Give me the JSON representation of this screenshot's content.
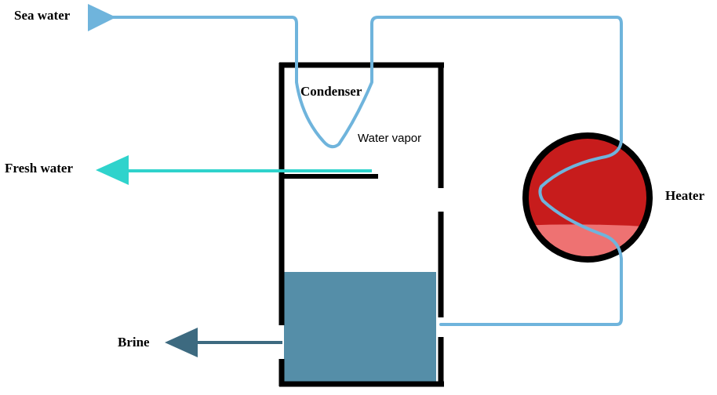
{
  "labels": {
    "sea_water": "Sea water",
    "condenser": "Condenser",
    "water_vapor": "Water vapor",
    "fresh_water": "Fresh water",
    "heater": "Heater",
    "brine": "Brine"
  },
  "colors": {
    "pipe": "#6fb4dc",
    "sea_water_arrow": "#6fb4dc",
    "fresh_water_arrow": "#2fd3cc",
    "brine_water": "#558ea8",
    "brine_arrow": "#3d6a80",
    "heater_fill": "#c71c1c",
    "heater_lower_fill": "#ee7272",
    "outline": "#000000"
  }
}
